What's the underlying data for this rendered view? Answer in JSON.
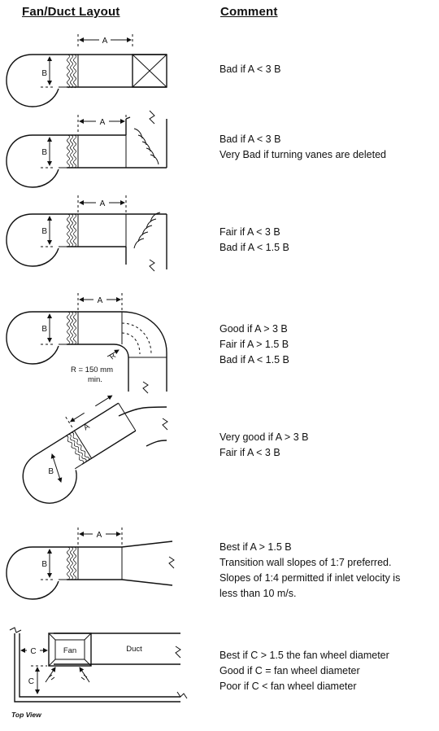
{
  "headers": {
    "layout": "Fan/Duct Layout",
    "comment": "Comment"
  },
  "dims": {
    "a": "A",
    "b": "B",
    "c": "C",
    "r_label": "R",
    "radius_line1": "R = 150 mm",
    "radius_line2": "min."
  },
  "rows": [
    {
      "comments": [
        "Bad if A < 3 B"
      ]
    },
    {
      "comments": [
        "Bad if A < 3 B",
        "Very Bad if turning vanes are deleted"
      ]
    },
    {
      "comments": [
        "Fair if A < 3 B",
        "Bad if A < 1.5 B"
      ]
    },
    {
      "comments": [
        "Good if A > 3 B",
        "Fair if A > 1.5 B",
        "Bad if A < 1.5 B"
      ]
    },
    {
      "comments": [
        "Very good if A > 3 B",
        "Fair if A < 3 B"
      ]
    },
    {
      "comments": [
        "Best if A > 1.5 B",
        "Transition wall slopes of 1:7 preferred.",
        "Slopes of 1:4 permitted if inlet velocity is",
        "less than 10 m/s."
      ]
    },
    {
      "comments": [
        "Best if C > 1.5 the fan wheel diameter",
        "Good if C = fan wheel diameter",
        "Poor if C < fan wheel diameter"
      ]
    }
  ],
  "top_view": {
    "fan_label": "Fan",
    "duct_label": "Duct",
    "caption": "Top View"
  }
}
